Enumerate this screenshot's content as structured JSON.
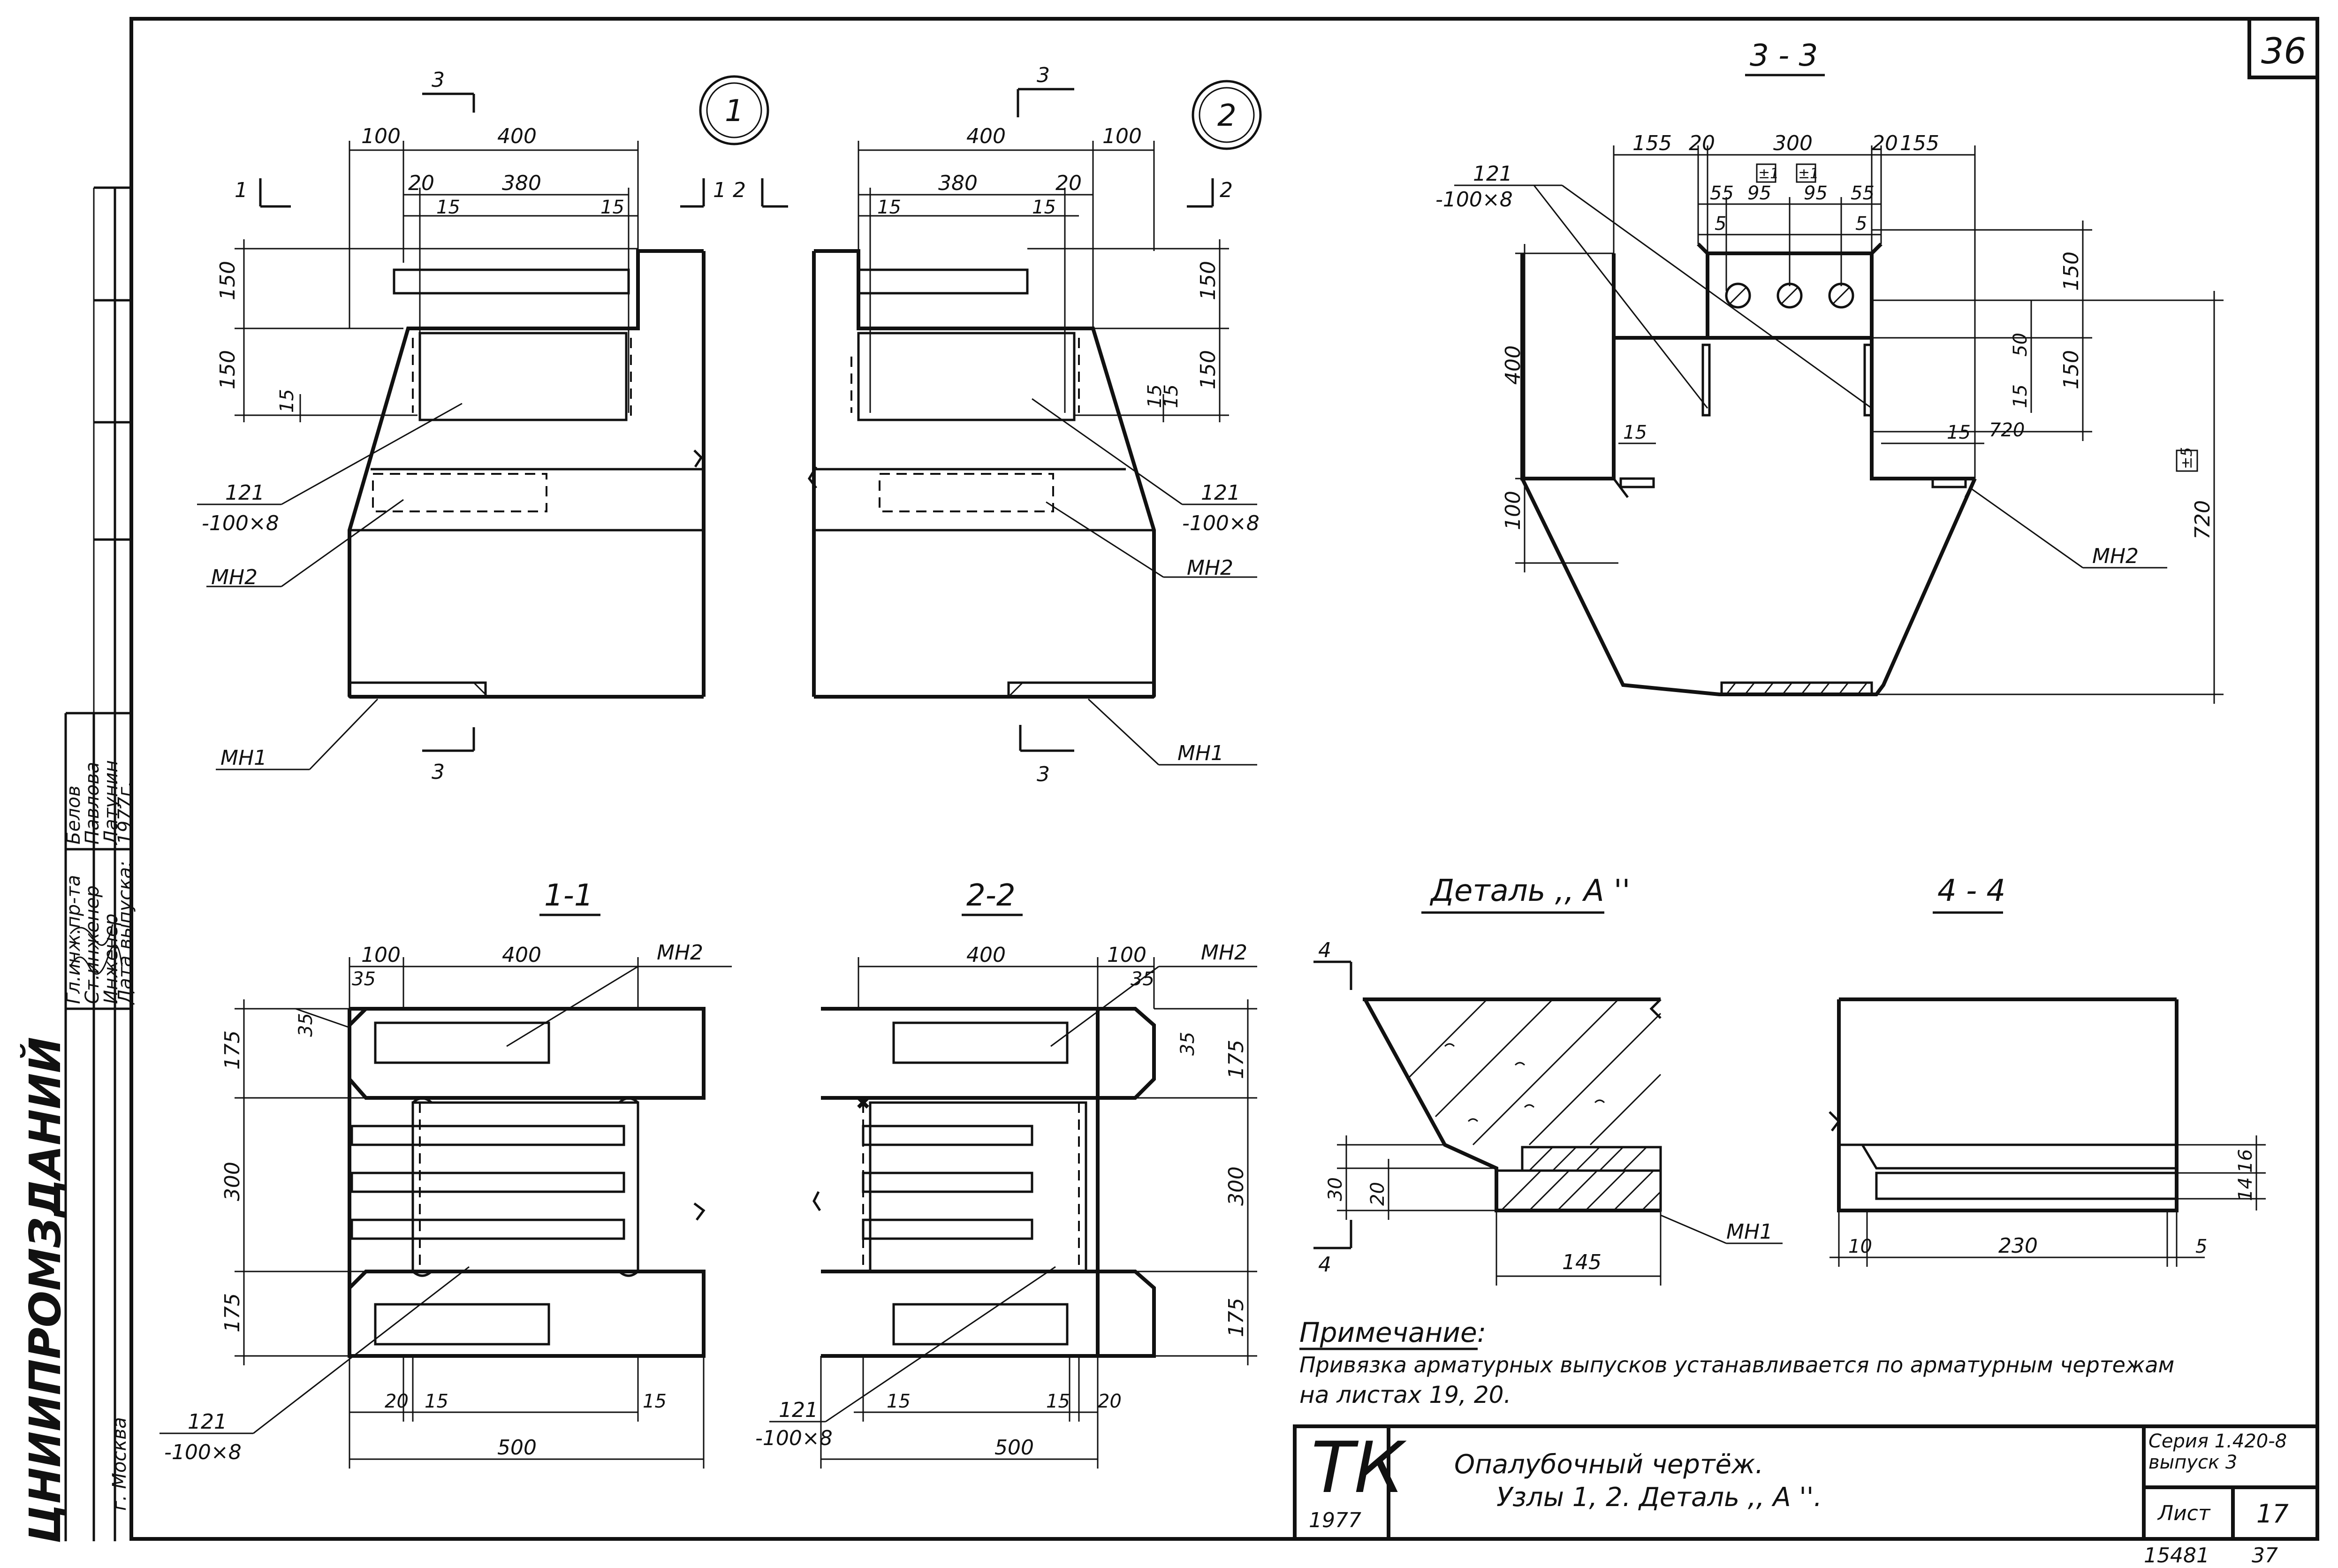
{
  "sheet_corner_number": "36",
  "title_block": {
    "mark": "ТК",
    "year": "1977",
    "title_line1": "Опалубочный          чертёж.",
    "title_line2": "Узлы 1, 2.   Деталь ,, А ''.",
    "series": "Серия 1.420-8",
    "issue": "выпуск 3",
    "sheet_label": "Лист",
    "sheet_number": "17",
    "archive_number": "15481",
    "archive_page": "37"
  },
  "side_stamp": {
    "organization": "ЦНИИПРОМЗДАНИЙ",
    "city": "г. Москва",
    "roles": [
      "Гл.инж.пр-та",
      "Ст.инженер",
      "Инженер",
      "Дата выпуска:"
    ],
    "names": [
      "Белов",
      "Павлова",
      "Латунин",
      "1977г."
    ]
  },
  "node_marks": [
    "1",
    "2"
  ],
  "views": {
    "node1": {
      "dims_top": [
        "100",
        "400",
        "20",
        "380",
        "15",
        "15"
      ],
      "dims_side": [
        "150",
        "150",
        "15"
      ],
      "labels": [
        "121",
        "-100×8",
        "МН2",
        "МН1"
      ],
      "cut_marks": [
        "3",
        "3",
        "1",
        "1 2"
      ]
    },
    "node2": {
      "dims_top": [
        "400",
        "100",
        "380",
        "20",
        "15",
        "15"
      ],
      "dims_side": [
        "150",
        "150",
        "15",
        "15"
      ],
      "labels": [
        "121",
        "-100×8",
        "МН2",
        "МН1"
      ],
      "cut_marks": [
        "3",
        "3",
        "2"
      ]
    },
    "section33": {
      "title": "3 - 3",
      "dims_top": [
        "155",
        "20",
        "300",
        "20",
        "155",
        "55",
        "95",
        "95",
        "55",
        "5",
        "5"
      ],
      "dims_side": [
        "400",
        "100",
        "150",
        "50",
        "150",
        "15",
        "15",
        "15",
        "720"
      ],
      "labels": [
        "121",
        "-100×8",
        "МН2"
      ],
      "tolerances": [
        "±1",
        "±1",
        "±5"
      ]
    },
    "section11": {
      "title": "1-1",
      "dims": [
        "100",
        "400",
        "35",
        "175",
        "300",
        "175",
        "35",
        "20",
        "15",
        "15",
        "500"
      ],
      "labels": [
        "МН2",
        "121",
        "-100×8"
      ]
    },
    "section22": {
      "title": "2-2",
      "dims": [
        "400",
        "100",
        "35",
        "35",
        "175",
        "300",
        "175",
        "15",
        "15",
        "20",
        "500"
      ],
      "labels": [
        "МН2",
        "121",
        "-100×8"
      ]
    },
    "detailA": {
      "title": "Деталь ,, А ''",
      "dims": [
        "30",
        "20",
        "145"
      ],
      "labels": [
        "МН1",
        "4",
        "4"
      ]
    },
    "section44": {
      "title": "4 - 4",
      "dims": [
        "14",
        "16",
        "10",
        "230",
        "5"
      ]
    }
  },
  "note": {
    "heading": "Примечание:",
    "line1": "Привязка арматурных выпусков устанавливается по арматурным чертежам",
    "line2": "на листах 19, 20."
  }
}
